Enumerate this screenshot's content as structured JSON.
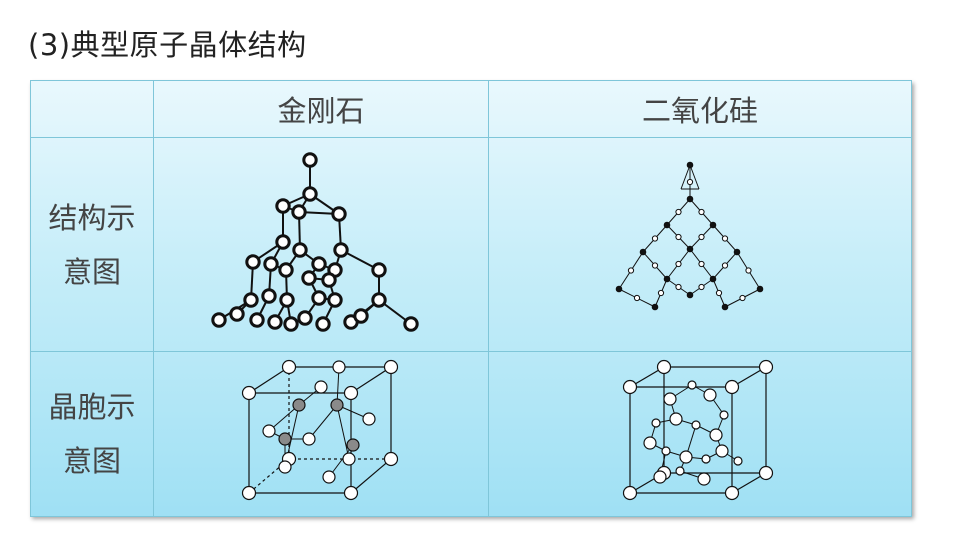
{
  "title": "(3)典型原子晶体结构",
  "table": {
    "headers": [
      "",
      "金刚石",
      "二氧化硅"
    ],
    "rows": [
      {
        "label_line1": "结构示",
        "label_line2": "意图"
      },
      {
        "label_line1": "晶胞示",
        "label_line2": "意图"
      }
    ]
  }
}
